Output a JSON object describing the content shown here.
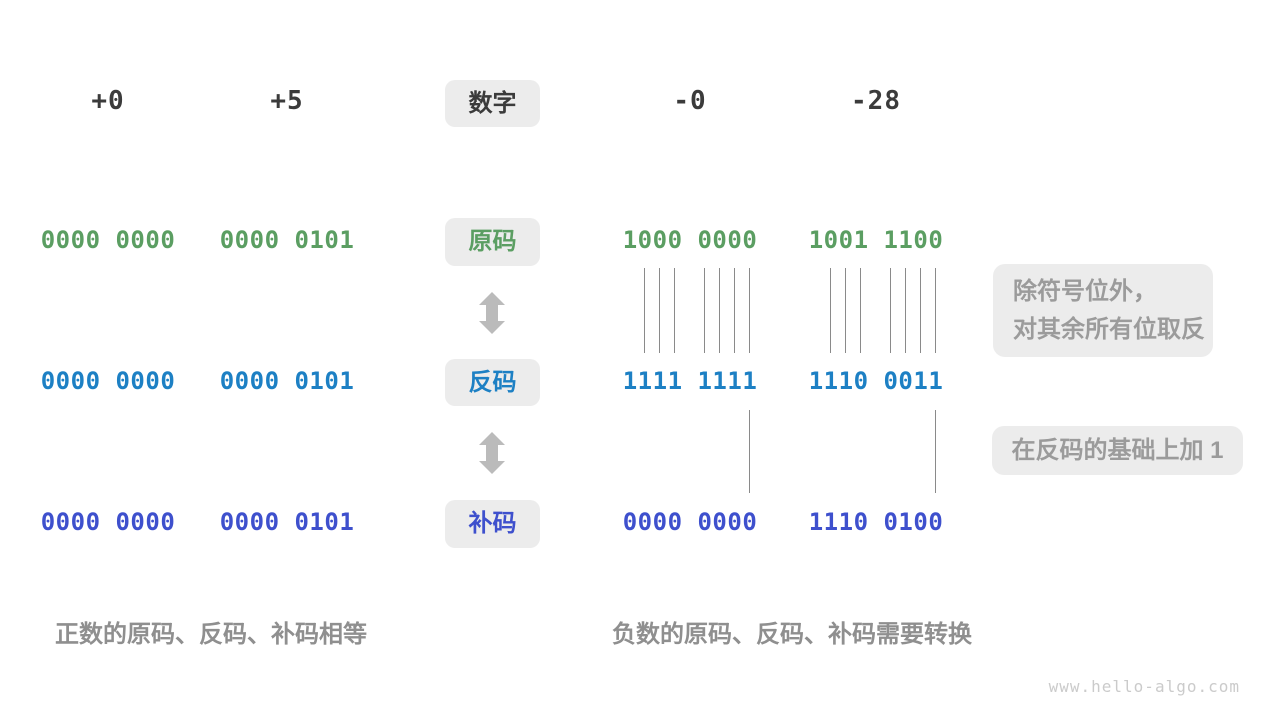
{
  "title_row": {
    "numbers": [
      "+0",
      "+5",
      "-0",
      "-28"
    ],
    "badge": "数字"
  },
  "rows": [
    {
      "label": "原码",
      "color": "#5b9e62",
      "values": [
        "0000 0000",
        "0000 0101",
        "1000 0000",
        "1001 1100"
      ]
    },
    {
      "label": "反码",
      "color": "#1d80c4",
      "values": [
        "0000 0000",
        "0000 0101",
        "1111 1111",
        "1110 0011"
      ]
    },
    {
      "label": "补码",
      "color": "#3e50cd",
      "values": [
        "0000 0000",
        "0000 0101",
        "0000 0000",
        "1110 0100"
      ]
    }
  ],
  "notes": {
    "invert_line1": "除符号位外，",
    "invert_line2": "对其余所有位取反",
    "add_one": "在反码的基础上加 1"
  },
  "captions": {
    "positive": "正数的原码、反码、补码相等",
    "negative": "负数的原码、反码、补码需要转换"
  },
  "watermark": "www.hello-algo.com",
  "icons": {
    "transform_arrow": "up-down-arrow-icon"
  },
  "colors": {
    "sign_magnitude": "#5b9e62",
    "ones_complement": "#1d80c4",
    "twos_complement": "#3e50cd",
    "badge_background": "#ececec",
    "note_text": "#9b9b9b",
    "caption_text": "#8f8f8f",
    "header_text": "#3b3b3b",
    "connector_line": "#8a8a8a",
    "arrow": "#bbbbbb",
    "watermark": "#cbcbcb"
  }
}
